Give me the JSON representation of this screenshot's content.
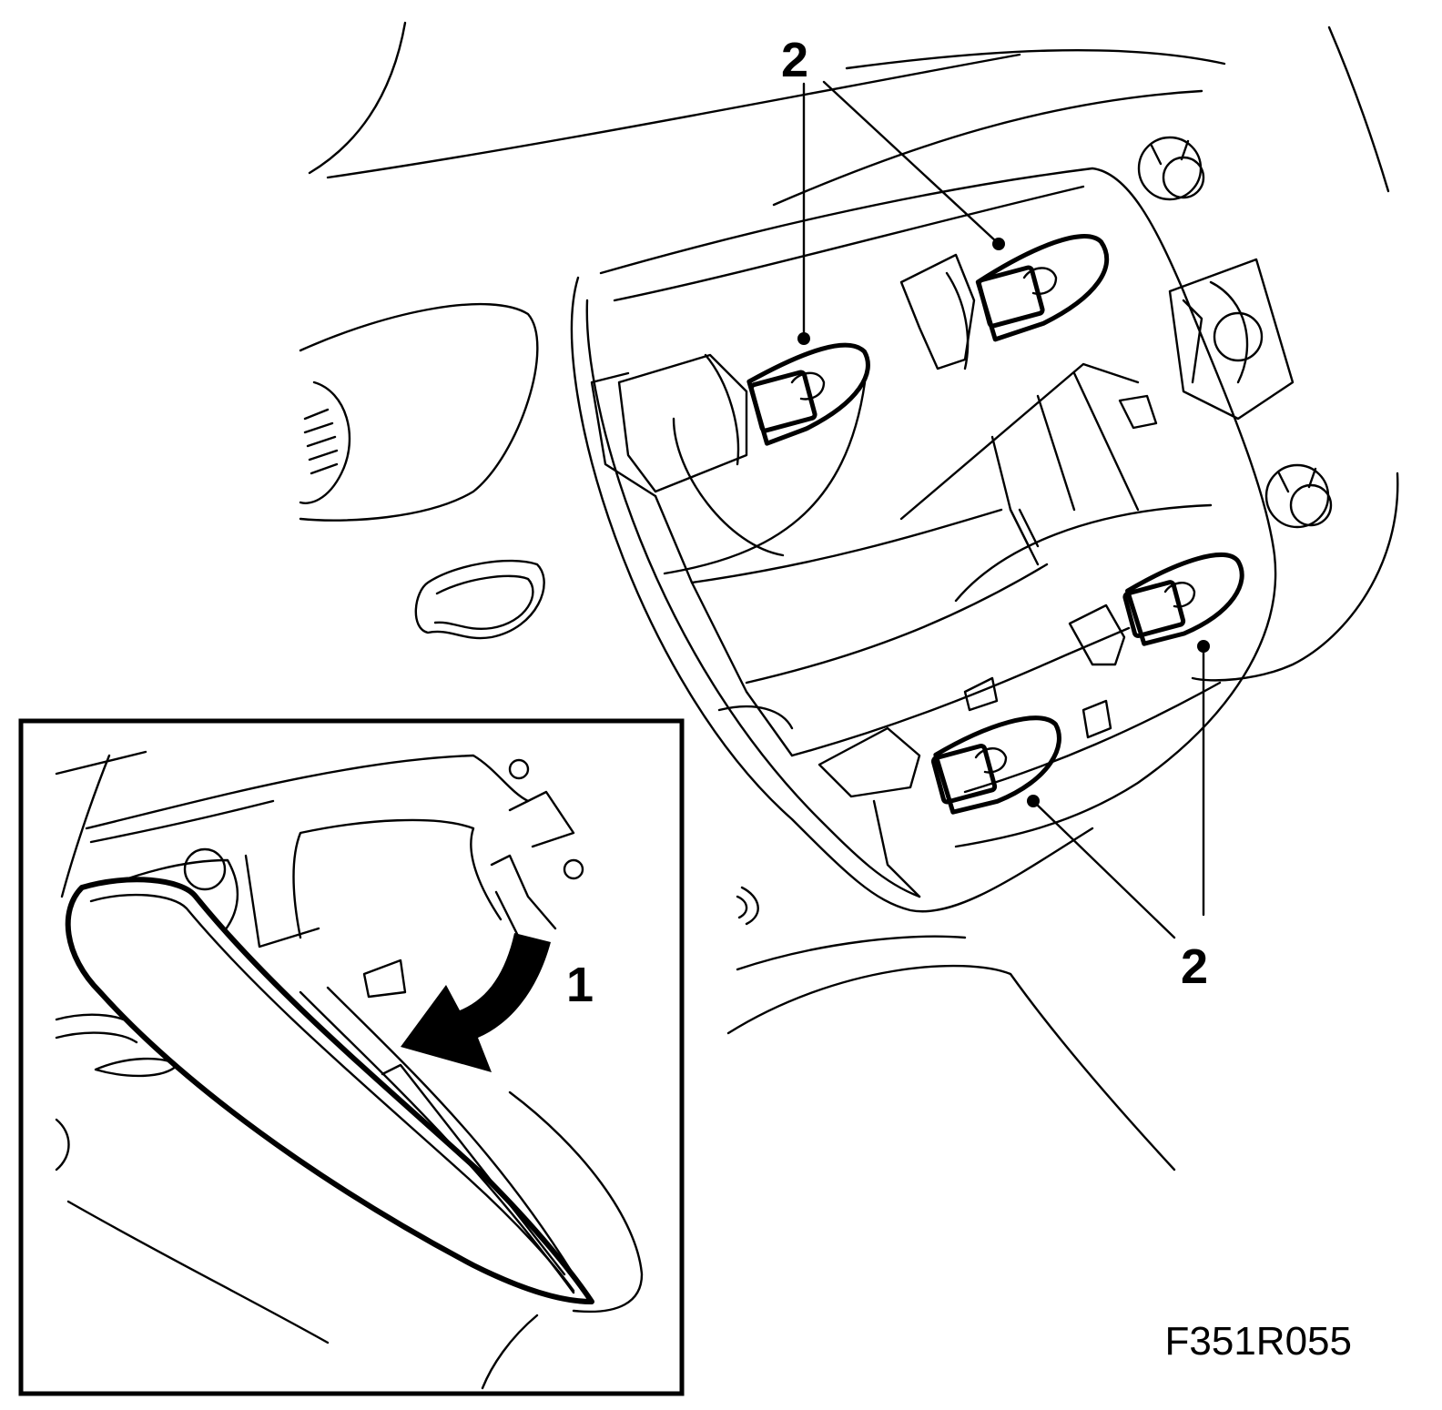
{
  "figure": {
    "figure_id": "F351R055",
    "callouts": {
      "handle_release": "1",
      "bulb": "2"
    }
  }
}
